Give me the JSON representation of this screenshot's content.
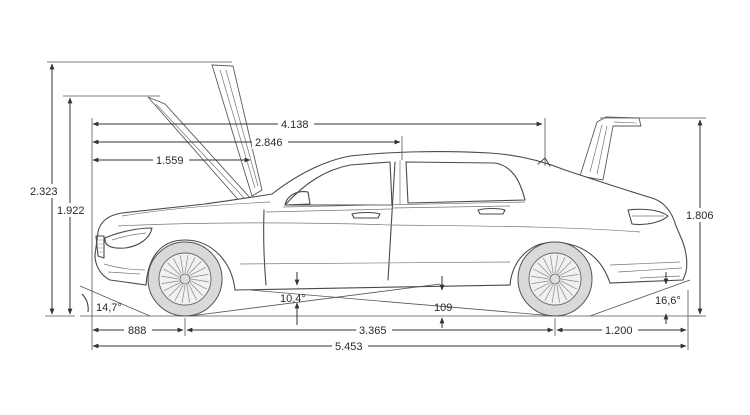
{
  "diagram": {
    "dimensions": {
      "overall_height_hood_open": "2.323",
      "overall_height_trunk_open": "1.922",
      "height": "1.806",
      "hood_to_trunk_length": "4.138",
      "front_to_b_pillar": "2.846",
      "front_to_windshield": "1.559",
      "front_overhang": "888",
      "wheelbase": "3.365",
      "rear_overhang": "1.200",
      "overall_length": "5.453",
      "ground_clearance": "109",
      "approach_angle": "14,7°",
      "ramp_angle": "10,4°",
      "departure_angle": "16,6°"
    }
  }
}
